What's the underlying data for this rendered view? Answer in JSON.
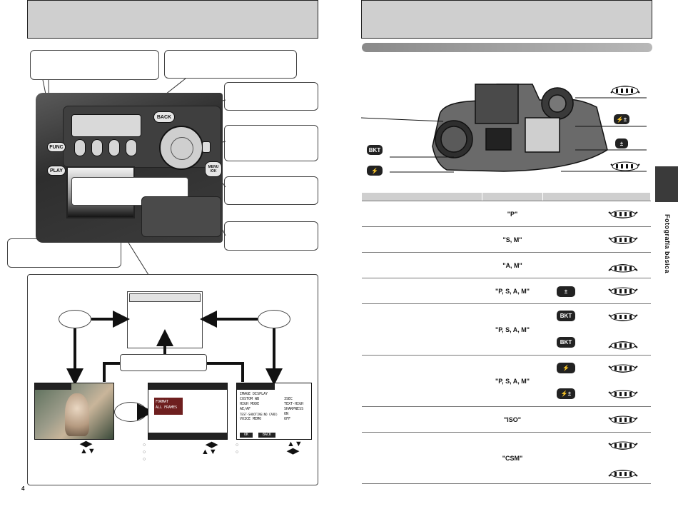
{
  "left_page": {
    "camera_labels": {
      "back": "BACK",
      "func": "FUNC",
      "play": "PLAY",
      "menu": "MENU",
      "ok": "/OK"
    },
    "screens": {
      "photo_screen_menu": {
        "items": [
          "FORMAT",
          "ALL FRAMES"
        ]
      },
      "setup_screen": {
        "items_left": [
          "IMAGE DISPLAY",
          "CUSTOM WB",
          "HIGH MODE",
          "AE/AF",
          "TEST-SHOOTING(NO CARD)",
          "VOICE MEMO"
        ],
        "items_right": [
          "3SEC",
          "TEXT-HIGH",
          "SHARPNESS",
          "ON",
          "OFF"
        ],
        "buttons": [
          "OK",
          "BACK"
        ]
      }
    },
    "page_number": "4"
  },
  "right_page": {
    "table": {
      "modes": [
        "\"P\"",
        "\"S, M\"",
        "\"A, M\"",
        "\"P, S, A, M\"",
        "\"P, S, A, M\"",
        "\"P, S, A, M\"",
        "\"ISO\"",
        "\"CSM\""
      ],
      "icons": [
        "BKT"
      ]
    },
    "side_tab": "Fotografía básica"
  }
}
